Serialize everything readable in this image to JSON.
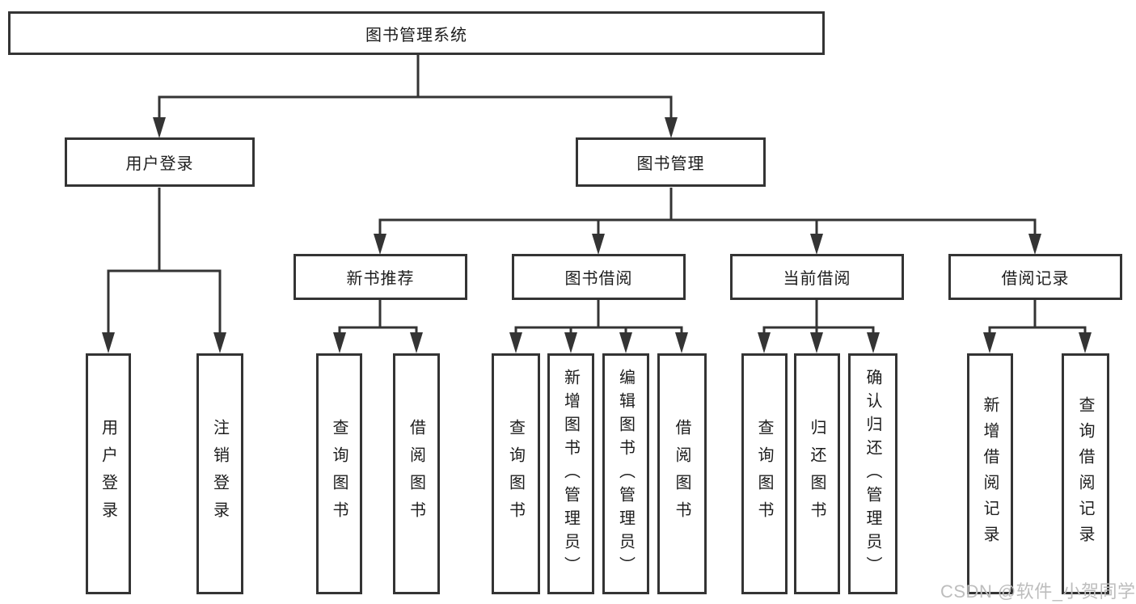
{
  "tree": {
    "root": {
      "label": "图书管理系统",
      "children": [
        {
          "label": "用户登录",
          "children": [
            {
              "label": "用户登录"
            },
            {
              "label": "注销登录"
            }
          ]
        },
        {
          "label": "图书管理",
          "children": [
            {
              "label": "新书推荐",
              "children": [
                {
                  "label": "查询图书"
                },
                {
                  "label": "借阅图书"
                }
              ]
            },
            {
              "label": "图书借阅",
              "children": [
                {
                  "label": "查询图书"
                },
                {
                  "label": "新增图书（管理员）"
                },
                {
                  "label": "编辑图书（管理员）"
                },
                {
                  "label": "借阅图书"
                }
              ]
            },
            {
              "label": "当前借阅",
              "children": [
                {
                  "label": "查询图书"
                },
                {
                  "label": "归还图书"
                },
                {
                  "label": "确认归还（管理员）"
                }
              ]
            },
            {
              "label": "借阅记录",
              "children": [
                {
                  "label": "新增借阅记录"
                },
                {
                  "label": "查询借阅记录"
                }
              ]
            }
          ]
        }
      ]
    }
  },
  "watermark": "CSDN @软件_小贺同学",
  "colors": {
    "line": "#343434",
    "box_background": "#ffffff",
    "text": "#1d1d1d",
    "watermark": "#bdbdbd"
  }
}
